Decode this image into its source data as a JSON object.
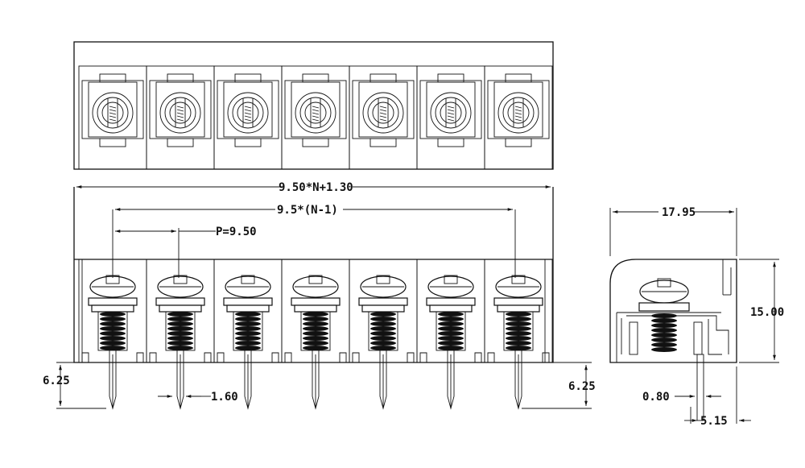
{
  "drawing": {
    "pin_count": 7,
    "dimensions": {
      "overall_length": "9.50*N+1.30",
      "pin_span": "9.5*(N-1)",
      "pitch": "P=9.50",
      "pin_width": "1.60",
      "pin_length_left": "6.25",
      "pin_length_right": "6.25",
      "side_depth": "17.95",
      "side_height": "15.00",
      "side_pin_thickness": "0.80",
      "side_pin_offset": "5.15"
    }
  }
}
